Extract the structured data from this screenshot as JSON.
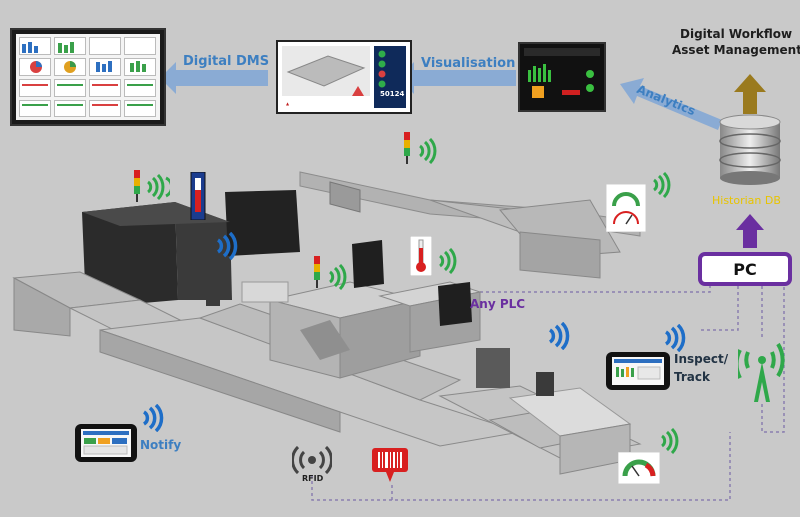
{
  "labels": {
    "digital_dms": "Digital DMS",
    "visualisation": "Visualisation",
    "analytics": "Analytics",
    "workflow_line1": "Digital Workflow",
    "workflow_line2": "Asset Management",
    "historian": "Historian DB",
    "pc": "PC",
    "any_plc": "Any PLC",
    "inspect": "Inspect/",
    "track": "Track",
    "notify": "Notify",
    "rfid": "RFID"
  },
  "dashboard": {
    "value": "50124"
  },
  "colors": {
    "background": "#c9c9c9",
    "label_blue": "#3d7fc1",
    "arrow_blue": "#7fa6d6",
    "pc_border": "#6a2fa0",
    "historian_text": "#e8c400",
    "arrow_gold": "#9a7a1e",
    "wifi_green": "#2fa84a",
    "link_line": "#8a7fb0"
  },
  "icons": [
    "wifi-icon",
    "signal-tower-icon",
    "thermometer-icon",
    "gauge-icon",
    "rfid-icon",
    "barcode-scanner-icon",
    "database-icon"
  ]
}
